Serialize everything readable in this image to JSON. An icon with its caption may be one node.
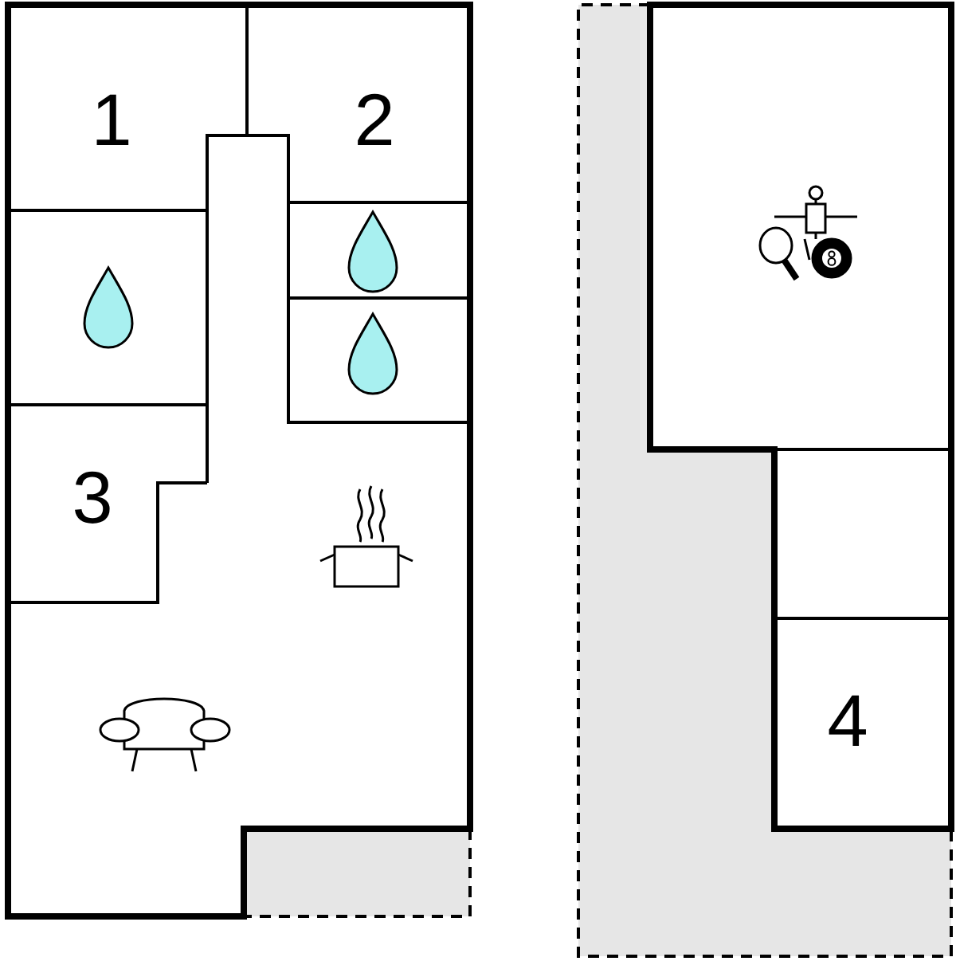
{
  "diagram": {
    "labels": [
      "1",
      "2",
      "3",
      "4"
    ]
  }
}
